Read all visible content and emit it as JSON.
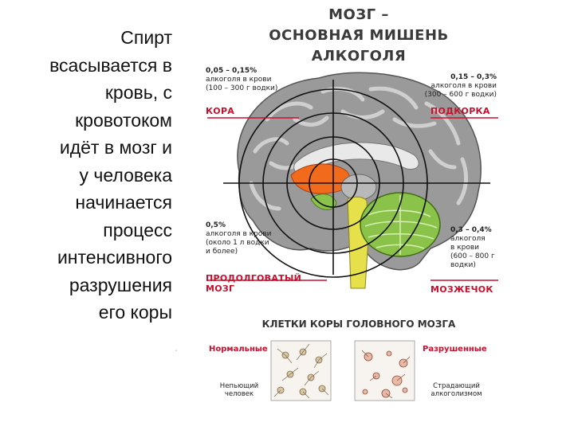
{
  "slide_text": {
    "lines": [
      "Спирт",
      "всасывается в",
      "кровь, с",
      "кровотоком",
      "идёт в мозг и",
      "у человека",
      "начинается",
      "процесс",
      "интенсивного",
      "разрушения",
      "его коры"
    ],
    "trailing_dot": "."
  },
  "poster": {
    "title_lines": [
      "МОЗГ –",
      "ОСНОВНАЯ МИШЕНЬ",
      "АЛКОГОЛЯ"
    ],
    "notes": {
      "kora": {
        "pct": "0,05 – 0,15%",
        "line2": "алкоголя в крови",
        "line3": "(100 – 300 г водки)",
        "tag": "КОРА"
      },
      "podkorka": {
        "pct": "0,15 – 0,3%",
        "line2": "алкоголя в крови",
        "line3": "(300 – 600 г водки)",
        "tag": "ПОДКОРКА"
      },
      "prodolgovaty": {
        "pct": "0,5%",
        "line2": "алкоголя в крови",
        "line3": "(около 1 л водки",
        "line4": "и более)",
        "tag1": "ПРОДОЛГОВАТЫЙ",
        "tag2": "МОЗГ"
      },
      "mozzhechok": {
        "pct": "0,3 – 0,4%",
        "line2": "алкоголя",
        "line3": "в крови",
        "line4": "(600 – 800 г",
        "line5": "водки)",
        "tag": "МОЗЖЕЧОК"
      }
    },
    "cells": {
      "title": "КЛЕТКИ КОРЫ ГОЛОВНОГО МОЗГА",
      "normal_label": "Нормальные",
      "damaged_label": "Разрушенные",
      "normal_caption": [
        "Непьющий",
        "человек"
      ],
      "damaged_caption": [
        "Страдающий",
        "алкоголизмом"
      ]
    },
    "colors": {
      "brain": "#9a9a9a",
      "cortex_light": "#b9b9b9",
      "subcortex": "#f26a1b",
      "cerebellum": "#8bc34a",
      "brainstem": "#e6e04a",
      "accent": "#c8102e"
    }
  }
}
